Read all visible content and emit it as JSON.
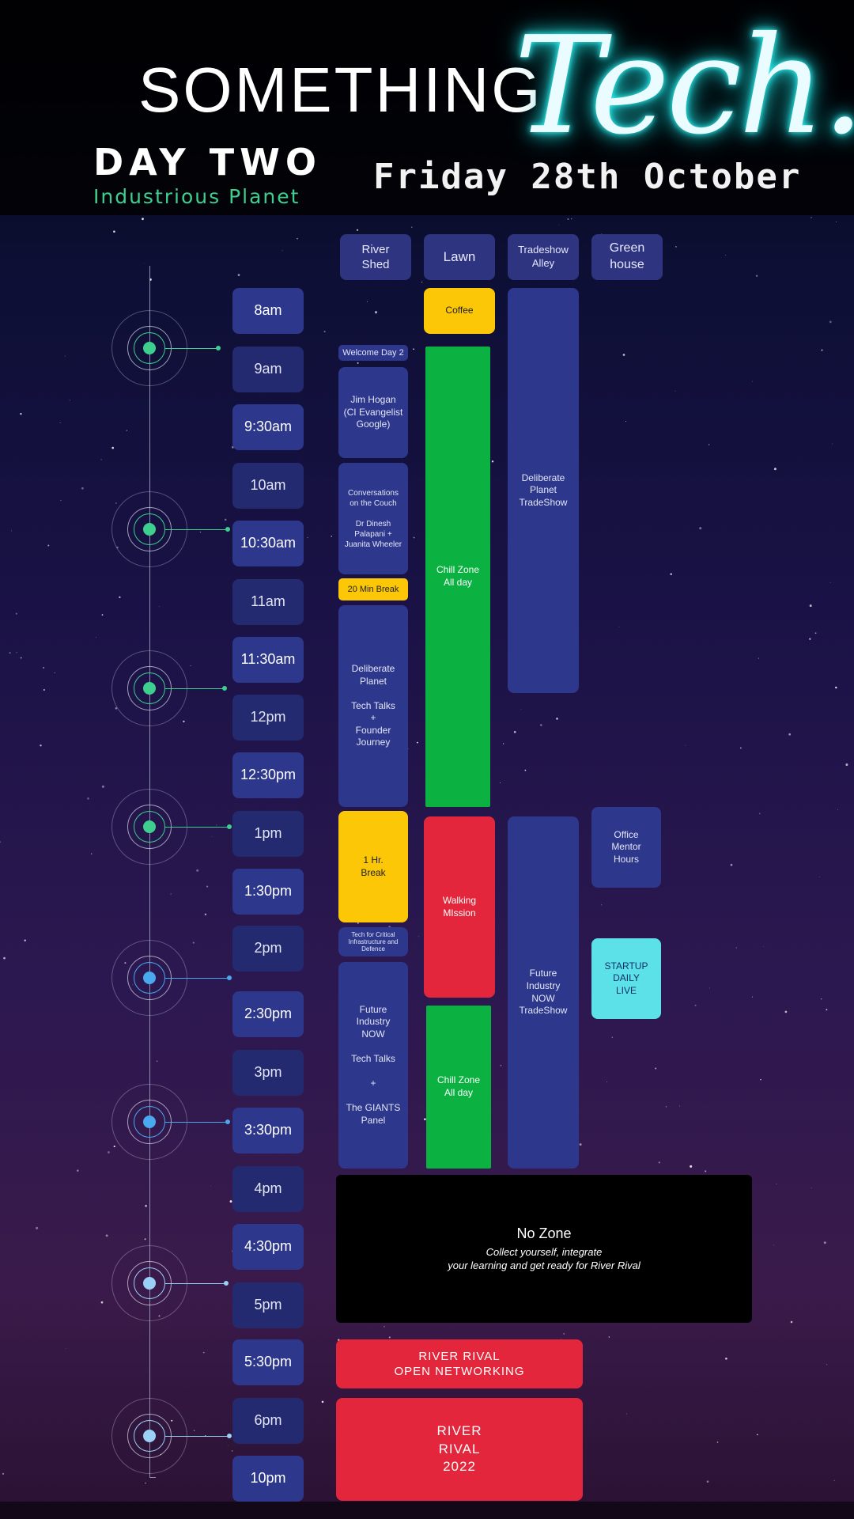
{
  "header": {
    "brand_light": "SOMETHING",
    "brand_script": "Tech.",
    "day": "DAY TWO",
    "theme": "Industrious Planet",
    "date": "Friday 28th October"
  },
  "venues": [
    "River\nShed",
    "Lawn",
    "Tradeshow\nAlley",
    "Green\nhouse"
  ],
  "times": [
    "8am",
    "9am",
    "9:30am",
    "10am",
    "10:30am",
    "11am",
    "11:30am",
    "12pm",
    "12:30pm",
    "1pm",
    "1:30pm",
    "2pm",
    "2:30pm",
    "3pm",
    "3:30pm",
    "4pm",
    "4:30pm",
    "5pm",
    "5:30pm",
    "6pm",
    "10pm"
  ],
  "river_shed": {
    "welcome": "Welcome Day 2",
    "jim": "Jim Hogan\n(CI Evangelist\nGoogle)",
    "couch": "Conversations\non the Couch\n\nDr Dinesh\nPalapani +\nJuanita Wheeler",
    "break20": "20 Min Break",
    "deliberate": "Deliberate\nPlanet\n\nTech Talks\n+\nFounder\nJourney",
    "lunch": "1 Hr.\nBreak",
    "critical": "Tech for Critical\nInfrastructure and\nDefence",
    "future": "Future\nIndustry\nNOW\n\nTech Talks\n\n+\n\nThe GIANTS\nPanel"
  },
  "lawn": {
    "coffee": "Coffee",
    "chill1": "Chill Zone\nAll day",
    "walking": "Walking\nMIssion",
    "chill2": "Chill Zone\nAll day"
  },
  "tradeshow": {
    "deliberate": "Deliberate\nPlanet\nTradeShow",
    "future": "Future\nIndustry\nNOW\nTradeShow"
  },
  "greenhouse": {
    "mentor": "Office\nMentor\nHours",
    "startup": "STARTUP\nDAILY\nLIVE"
  },
  "no_zone": {
    "title": "No Zone",
    "line1": "Collect yourself, integrate",
    "line2": "your learning and get ready for River Rival"
  },
  "river_rival_networking": "RIVER  RIVAL\nOPEN NETWORKING",
  "river_rival_2022": "RIVER\nRIVAL\n2022",
  "colors": {
    "navy": "#2d378c",
    "yellow": "#fbc707",
    "green": "#0bb241",
    "red": "#e3263b",
    "cyan": "#5be1e7",
    "accent_green": "#3ecf8e",
    "neon": "#3ff"
  }
}
